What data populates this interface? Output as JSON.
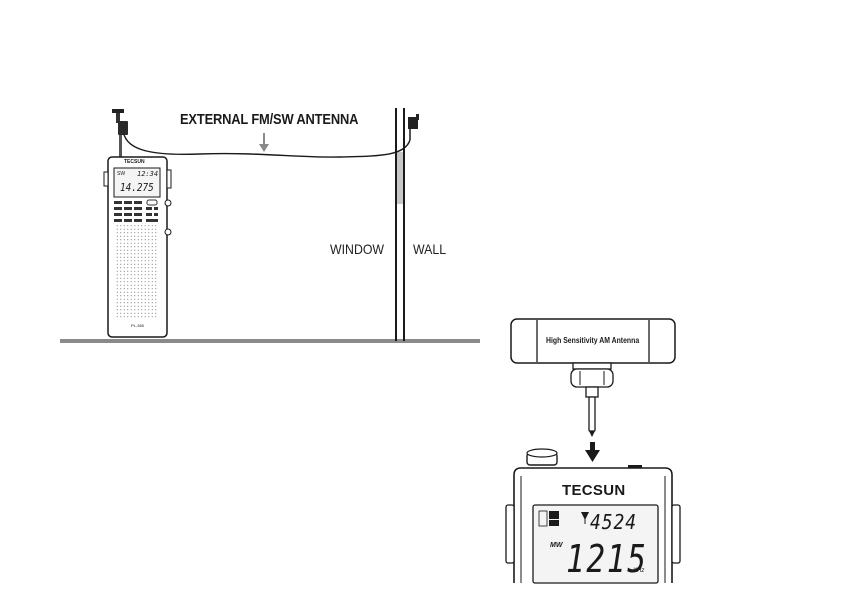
{
  "figure1": {
    "antenna_label": "EXTERNAL FM/SW ANTENNA",
    "window_label": "WINDOW",
    "wall_label": "WALL",
    "radio": {
      "brand": "TECSUN",
      "model": "PL-365",
      "display_time": "12:34",
      "display_freq": "14.275",
      "band": "SW"
    }
  },
  "figure2": {
    "antenna_label": "High Sensitivity AM Antenna",
    "radio": {
      "brand": "TECSUN",
      "display_top": "4524",
      "band_label": "MW",
      "display_main": "1215",
      "unit": "KHz"
    }
  },
  "colors": {
    "line": "#1a1a1a",
    "ground": "#8a8a8a",
    "arrow_gray": "#8a8a8a",
    "lcd_fill": "#f4f4f4"
  }
}
